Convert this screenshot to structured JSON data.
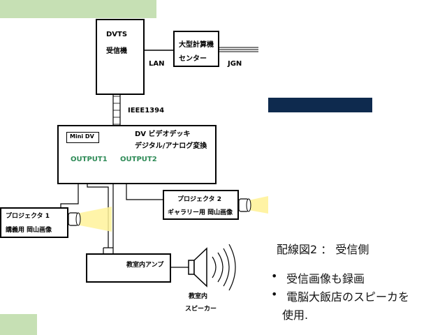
{
  "colors": {
    "deco_green": "#c6e0b4",
    "navy": "#0e2a4e",
    "connector_yellow": "#ffe24a",
    "connector_red": "#cc1111",
    "output_green": "#2e8b57",
    "light_beam": "#fff29a"
  },
  "diagram": {
    "dvts": {
      "line1": "DVTS",
      "line2": "受信機"
    },
    "center": {
      "line1": "大型計算機",
      "line2": "センター"
    },
    "lan": "LAN",
    "jgn": "JGN",
    "ieee": "IEEE1394",
    "deck": {
      "minidv": "Mini DV",
      "line1": "DV ビデオデッキ",
      "line2": "デジタル/アナログ変換",
      "output1": "OUTPUT1",
      "output2": "OUTPUT2"
    },
    "projector1": {
      "line1": "プロジェクタ 1",
      "line2": "講義用 岡山画像"
    },
    "projector2": {
      "line1": "プロジェクタ 2",
      "line2": "ギャラリー用 岡山画像"
    },
    "amp": {
      "label": "教室内アンプ"
    },
    "speaker": {
      "line1": "教室内",
      "line2": "スピーカー"
    }
  },
  "slide": {
    "title": "配線図2 ： 受信側",
    "bullets": [
      "受信画像も録画",
      "電脳大飯店のスピーカを",
      "使用."
    ]
  }
}
